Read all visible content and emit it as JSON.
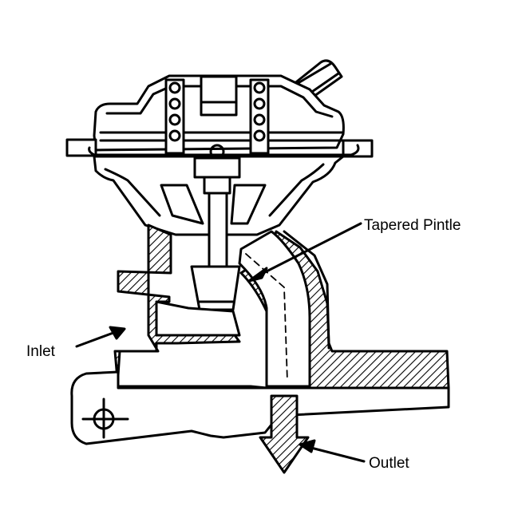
{
  "labels": {
    "tapered_pintle": "Tapered Pintle",
    "inlet": "Inlet",
    "outlet": "Outlet"
  },
  "colors": {
    "ink": "#000000",
    "paper": "#ffffff"
  }
}
